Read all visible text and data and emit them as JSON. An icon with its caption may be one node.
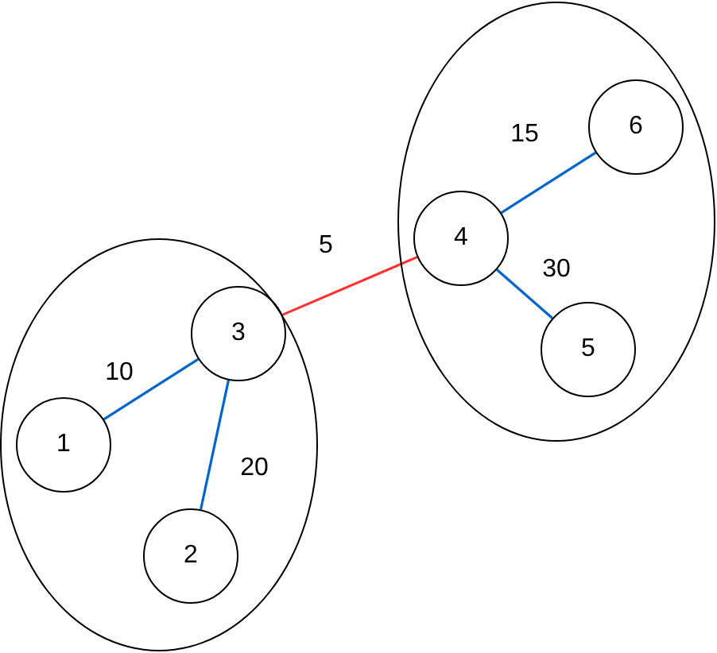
{
  "diagram": {
    "nodes": [
      {
        "text": [],
        "shape": "ellipse"
      },
      {
        "text": [
          "1"
        ],
        "in": 0
      },
      {
        "text": [
          "2"
        ],
        "in": 0
      },
      {
        "text": [
          "3"
        ],
        "in": 0
      },
      {
        "text": [],
        "shape": "ellipse"
      },
      {
        "text": [
          "4"
        ],
        "in": 4
      },
      {
        "text": [
          "5"
        ],
        "in": 4
      },
      {
        "text": [
          "6"
        ],
        "in": 4
      }
    ],
    "edges": [
      {
        "from": 3,
        "to": 1,
        "arrow": "none",
        "label": "10"
      },
      {
        "from": 3,
        "to": 2,
        "arrow": "none",
        "label": "20"
      },
      {
        "from": 3,
        "to": 5,
        "arrow": "none",
        "label": "5",
        "color": "#ff3333"
      },
      {
        "from": 5,
        "to": 7,
        "arrow": "none",
        "label": "15"
      },
      {
        "from": 5,
        "to": 6,
        "arrow": "none",
        "label": "30"
      }
    ]
  }
}
